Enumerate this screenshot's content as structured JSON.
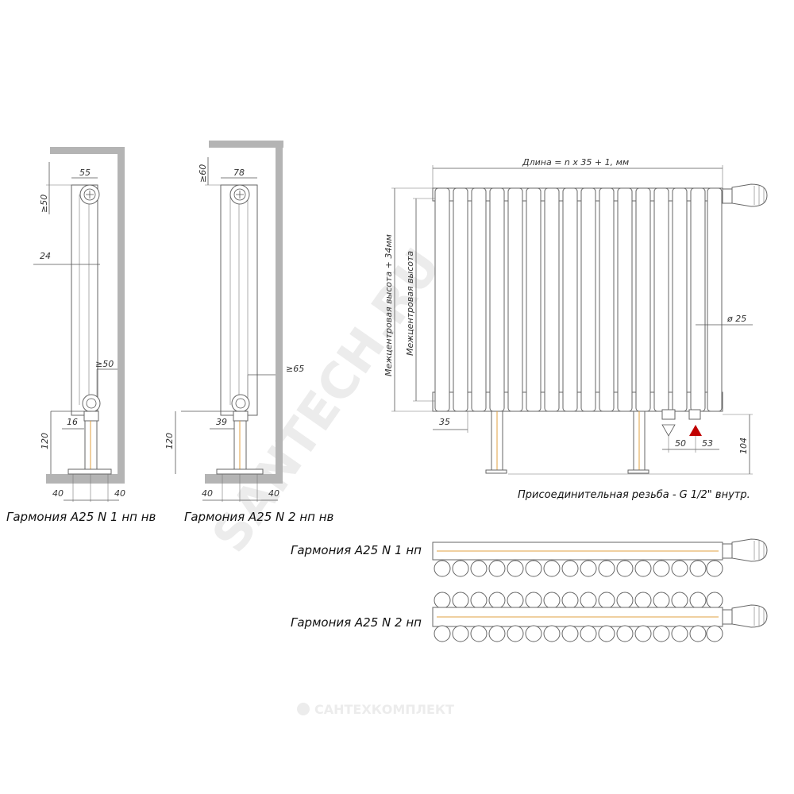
{
  "colors": {
    "wall": "#b4b4b4",
    "line": "#555555",
    "pipe_accent": "#e0a040",
    "marker_red": "#c00000",
    "watermark": "#ececec"
  },
  "watermarks": {
    "diagonal": "SANTECH.RU",
    "footer": "САНТЕХКОМПЛЕКТ"
  },
  "side_view_1": {
    "caption": "Гармония  А25 N 1 нп нв",
    "dim_top_width": "55",
    "dim_top_offset": "≥50",
    "dim_depth": "24",
    "dim_wall_clear": "≥50",
    "dim_bottom_offset": "16",
    "dim_floor_height": "120",
    "dim_left": "40",
    "dim_right": "40"
  },
  "side_view_2": {
    "caption": "Гармония  А25 N 2 нп нв",
    "dim_top_width": "78",
    "dim_top_offset": "≥60",
    "dim_wall_clear": "≥65",
    "dim_bottom_offset": "39",
    "dim_floor_height": "120",
    "dim_left": "40",
    "dim_right": "40"
  },
  "front_view": {
    "dim_length": "Длина = n x 35 + 1, мм",
    "dim_center_height_plus": "Межцентровая высота + 34мм",
    "dim_center_height": "Межцентровая высота",
    "dim_diameter": "ø 25",
    "dim_section": "35",
    "dim_conn_1": "50",
    "dim_conn_2": "53",
    "dim_conn_height": "104",
    "thread_note": "Присоединительная резьба - G 1/2\" внутр."
  },
  "plan_view_1": {
    "caption": "Гармония  А25 N 1 нп"
  },
  "plan_view_2": {
    "caption": "Гармония  А25 N 2 нп"
  }
}
